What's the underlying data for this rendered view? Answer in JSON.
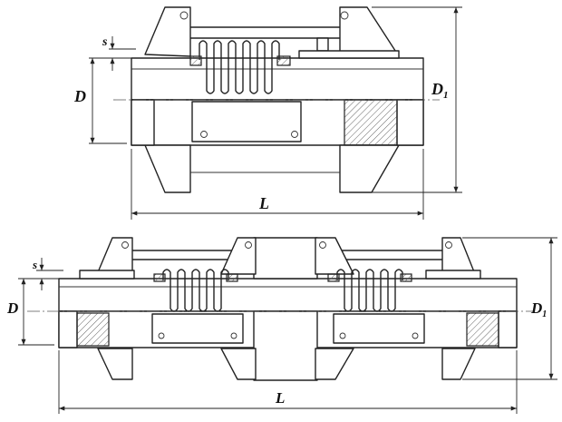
{
  "labels": {
    "top": {
      "s": "s",
      "D": "D",
      "D1": "D",
      "D1_sub": "1",
      "L": "L"
    },
    "bottom": {
      "s": "s",
      "D": "D",
      "D1": "D",
      "D1_sub": "1",
      "L": "L"
    }
  },
  "colors": {
    "line": "#222222",
    "background": "#ffffff"
  }
}
